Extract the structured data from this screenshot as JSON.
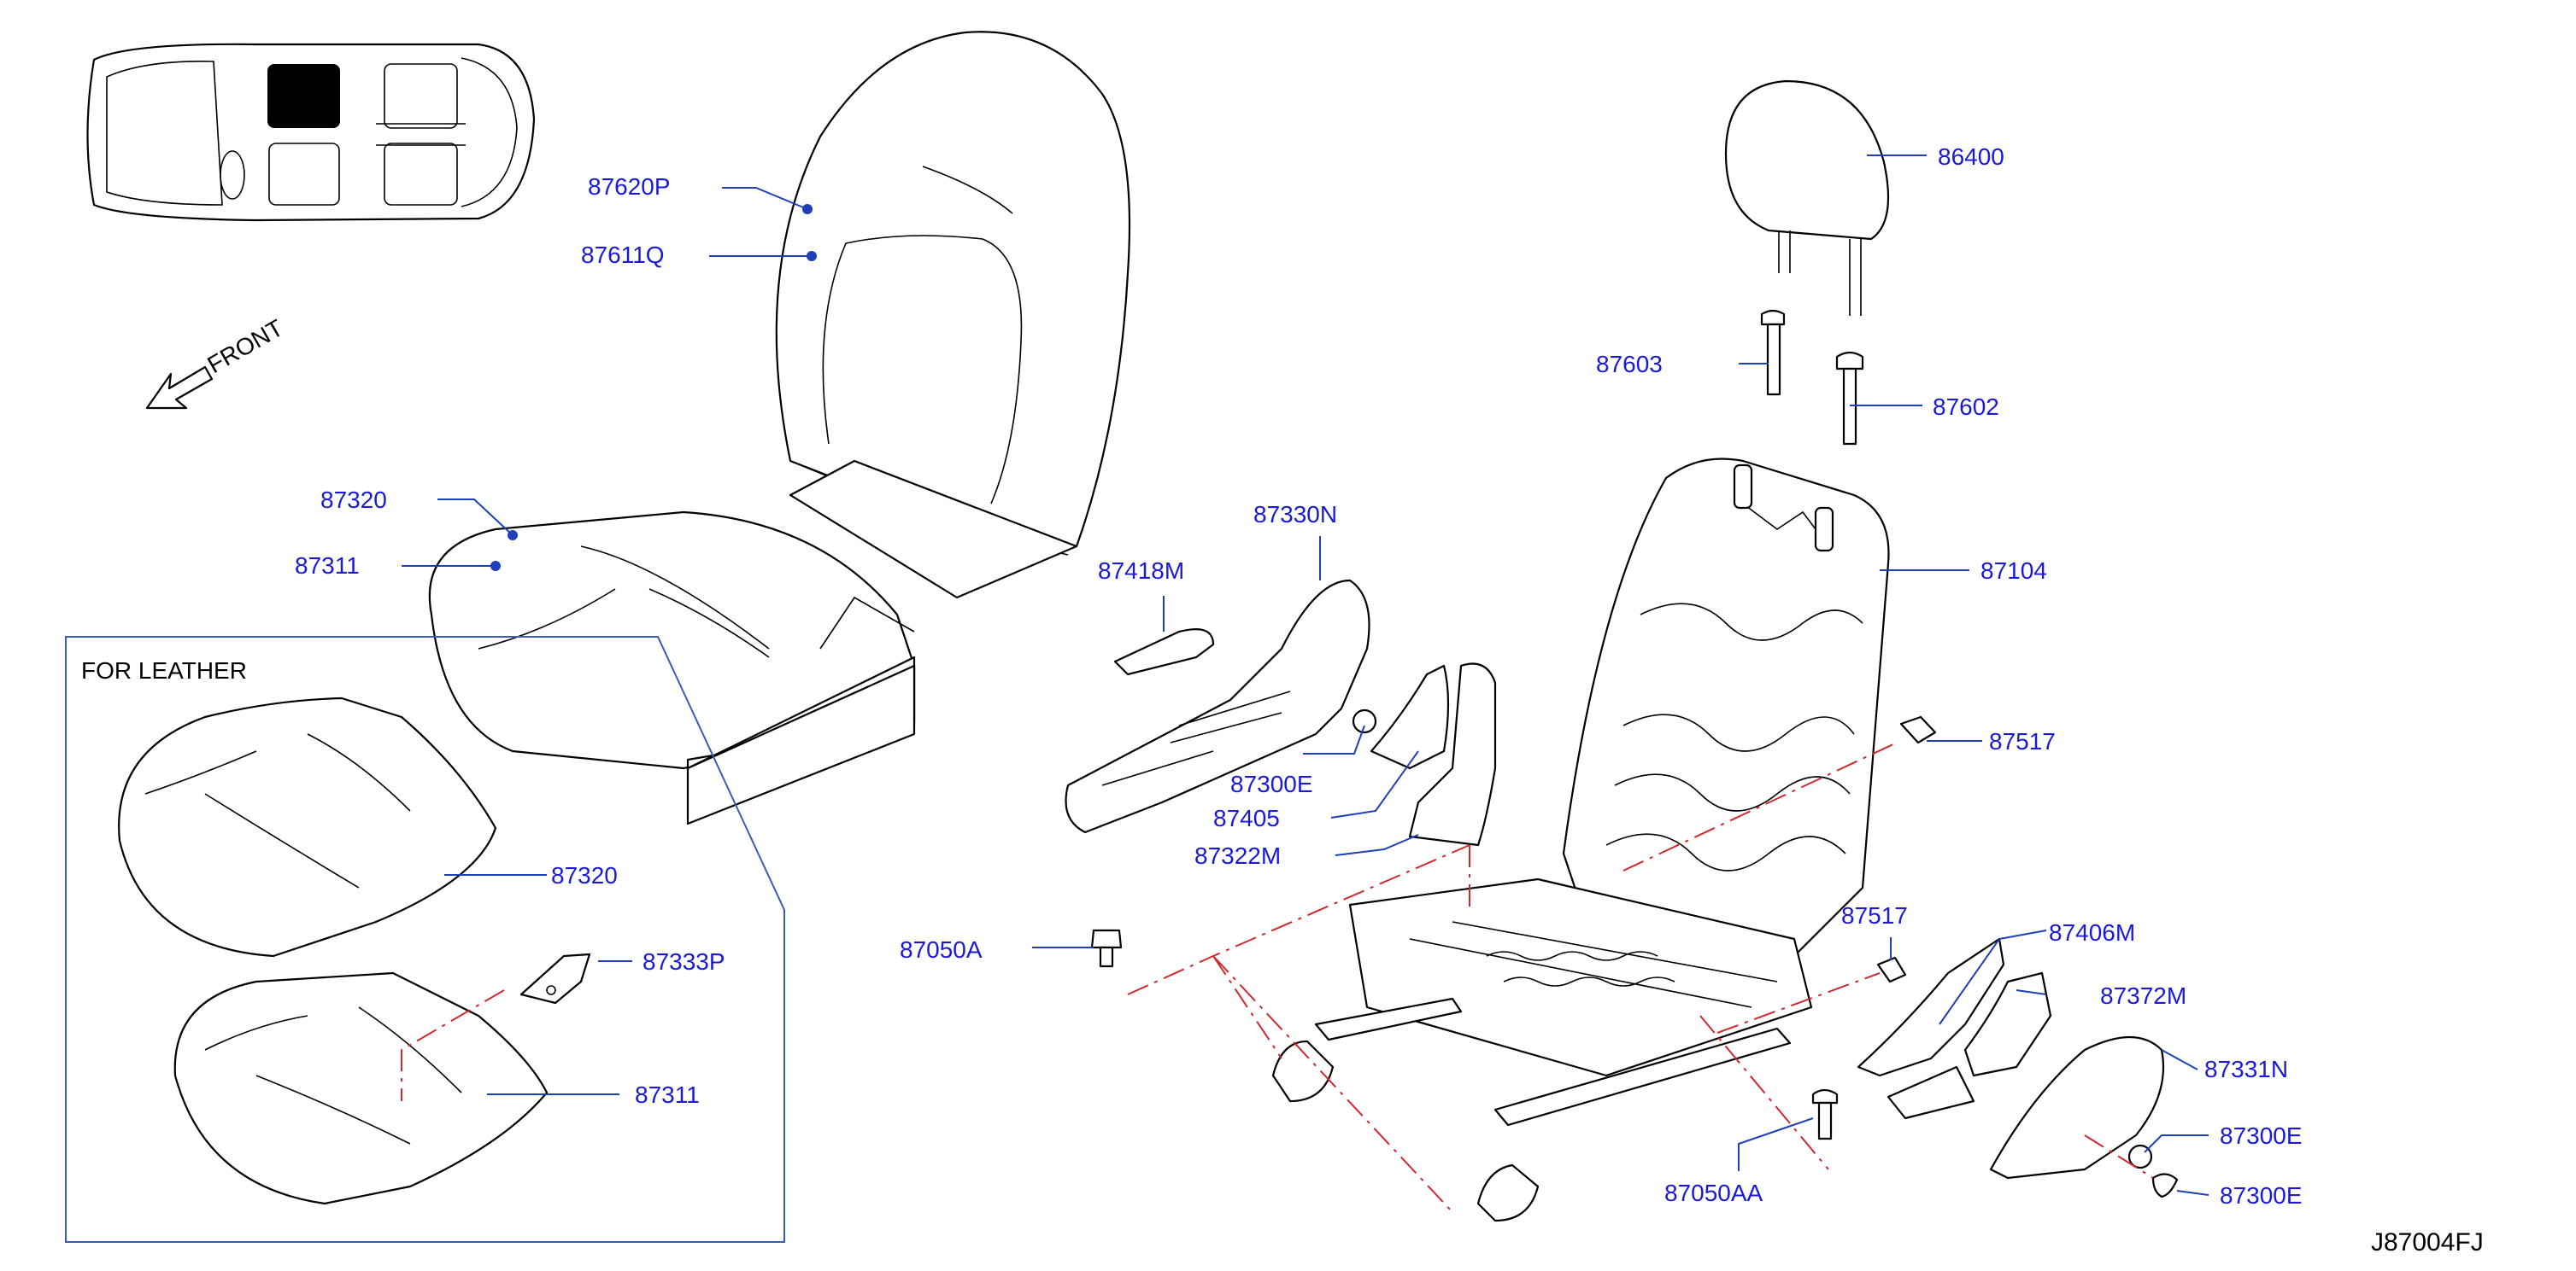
{
  "diagram_id": "J87004FJ",
  "front_label": "FRONT",
  "inset_title": "FOR  LEATHER",
  "callouts": {
    "p87620P": "87620P",
    "p87611Q": "87611Q",
    "p87320": "87320",
    "p87311": "87311",
    "p87320_leather": "87320",
    "p87333P": "87333P",
    "p87311_leather": "87311",
    "p86400": "86400",
    "p87603": "87603",
    "p87602": "87602",
    "p87104": "87104",
    "p87330N": "87330N",
    "p87418M": "87418M",
    "p87300E_a": "87300E",
    "p87405": "87405",
    "p87322M": "87322M",
    "p87517_a": "87517",
    "p87517_b": "87517",
    "p87050A": "87050A",
    "p87406M": "87406M",
    "p87372M": "87372M",
    "p87331N": "87331N",
    "p87300E_b": "87300E",
    "p87300E_c": "87300E",
    "p87050AA": "87050AA"
  },
  "colors": {
    "label_blue": "#1a1ad6",
    "leader_blue": "#1f3fb8",
    "phantom_red": "#d0282c",
    "line_black": "#000000"
  }
}
